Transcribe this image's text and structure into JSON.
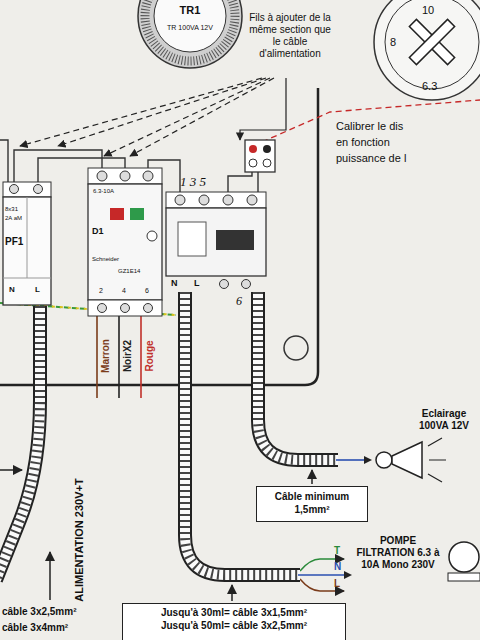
{
  "diagram": {
    "nodes": [
      {
        "text": [
          "TR1",
          "TR 100VA 12V"
        ]
      },
      {
        "text": [
          "10",
          "8",
          "6.3"
        ]
      },
      {
        "text": [
          "8x31",
          "2A aM",
          "PF1",
          "N",
          "L"
        ]
      },
      {
        "text": [
          "D1",
          "6.3-10A",
          "Schneider",
          "GZ1E14",
          "2",
          "4",
          "6"
        ]
      },
      {
        "text": [
          "N",
          "L"
        ]
      },
      {
        "text": [
          "Eclairage 100VA 12V"
        ]
      },
      {
        "text": [
          "Câble minimum 1,5mm²"
        ]
      },
      {
        "text": [
          "POMPE FILTRATION 6.3 à 10A Mono 230V"
        ]
      },
      {
        "text": [
          "Jusqu'à 30ml= câble 3x1,5mm²",
          "Jusqu'à 50ml= câble 3x2,5mm²"
        ]
      }
    ],
    "edges": [
      {
        "from": 4,
        "to": 5,
        "arrow": "to"
      },
      {
        "from": 4,
        "to": 7,
        "arrow": "to"
      }
    ],
    "labels": [
      "Fils à ajouter de la même section que le câble d'alimentation",
      "Calibrer le dis",
      "en fonction",
      "puissance de l",
      "1 3 5",
      "6",
      "Marron",
      "NoirX2",
      "Rouge",
      "ALIMENTATION 230V+T",
      "câble 3x2,5mm²",
      "câble 3x4mm²",
      "T",
      "N",
      "L"
    ]
  }
}
